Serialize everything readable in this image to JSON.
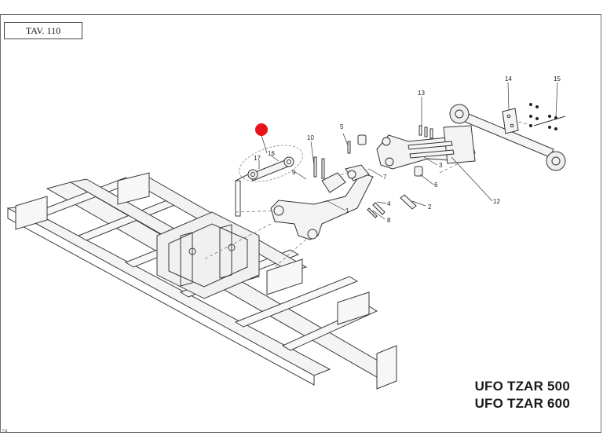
{
  "header": {
    "tav_label": "TAV. 110"
  },
  "title": {
    "line1": "UFO TZAR 500",
    "line2": "UFO TZAR 600"
  },
  "footer": {
    "mark": "24"
  },
  "highlight_color": "#e8121b",
  "callouts": [
    "1",
    "2",
    "3",
    "4",
    "5",
    "6",
    "7",
    "8",
    "9",
    "10",
    "12",
    "13",
    "14",
    "15",
    "16",
    "17"
  ]
}
